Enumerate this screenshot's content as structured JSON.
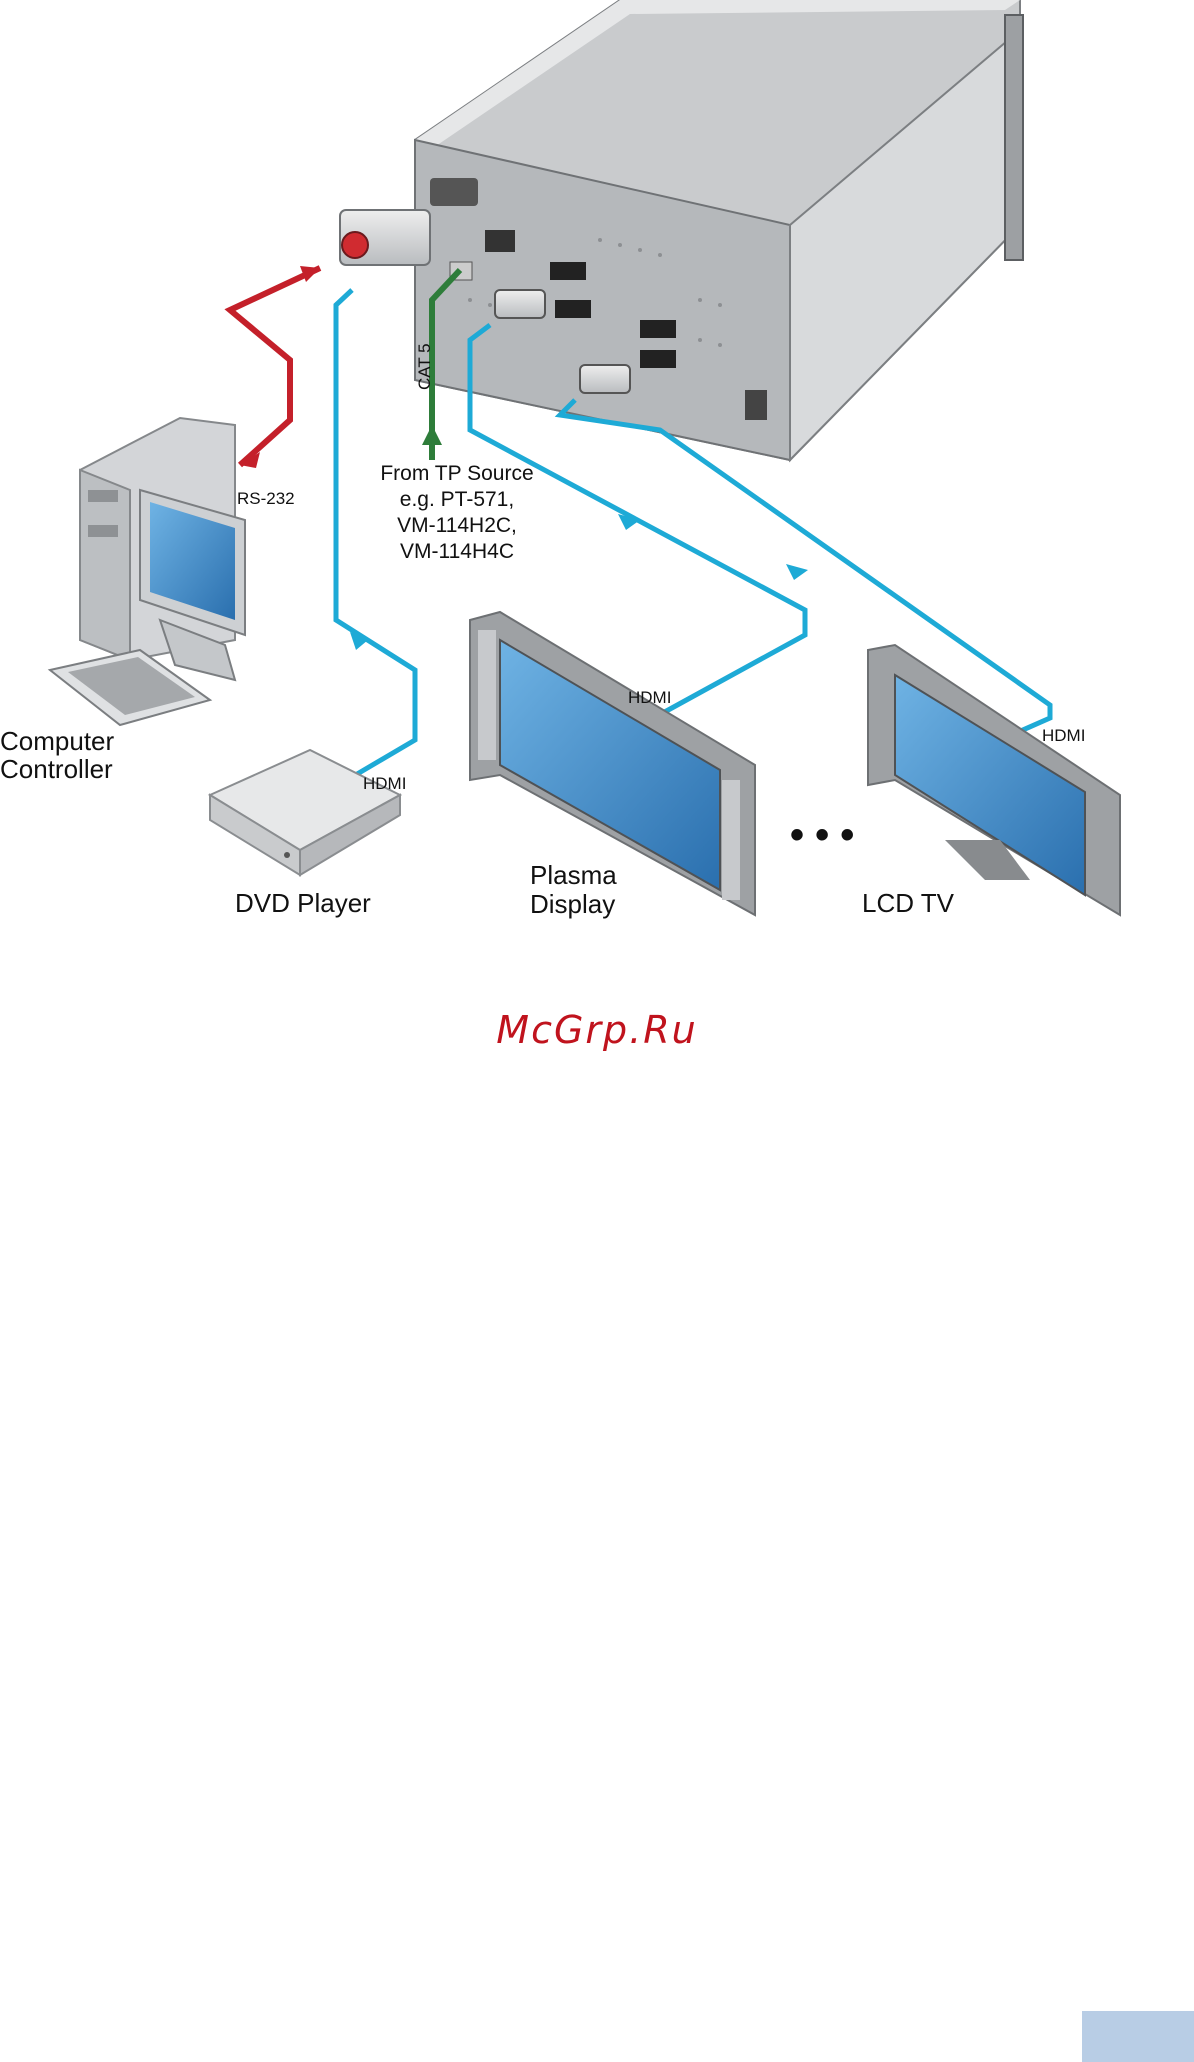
{
  "diagram": {
    "labels": {
      "rs232": "RS-232",
      "cat5": "CAT 5",
      "tp_source": [
        "From TP Source",
        "e.g. PT-571,",
        "VM-114H2C,",
        "VM-114H4C"
      ],
      "hdmi_dvd": "HDMI",
      "hdmi_plasma": "HDMI",
      "hdmi_lcd": "HDMI",
      "computer": [
        "Computer",
        "Controller"
      ],
      "dvd": "DVD Player",
      "plasma": [
        "Plasma",
        "Display"
      ],
      "lcd": "LCD TV",
      "ellipsis": "• • •"
    },
    "colors": {
      "rs232_cable": "#c4202a",
      "hdmi_cable": "#1eaad6",
      "cat5_cable": "#2e7d3a",
      "screen": "#3f87c2",
      "device_body": "#d7d9dc"
    },
    "icons": [
      "switcher-device-icon",
      "computer-icon",
      "monitor-icon",
      "keyboard-icon",
      "dvd-player-icon",
      "plasma-display-icon",
      "lcd-tv-icon"
    ]
  },
  "watermark": "McGrp.Ru"
}
